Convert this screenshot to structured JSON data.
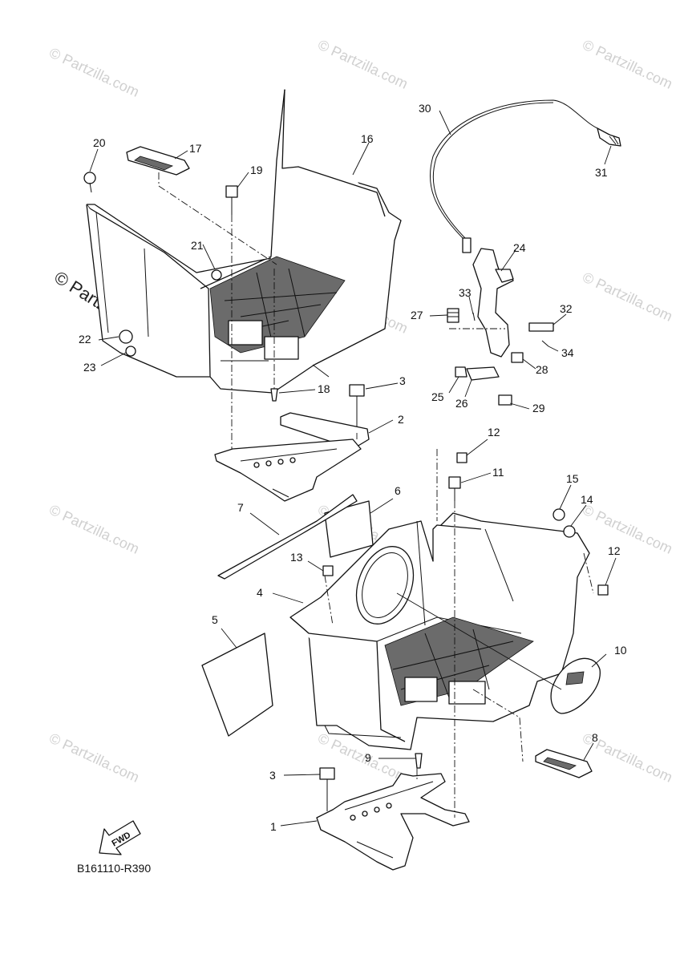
{
  "diagram": {
    "code": "B161110-R390",
    "fwd_label": "FWD",
    "watermark": "© Partzilla.com",
    "callouts": [
      "1",
      "2",
      "3",
      "3",
      "4",
      "5",
      "6",
      "7",
      "8",
      "9",
      "10",
      "11",
      "12",
      "12",
      "13",
      "14",
      "15",
      "16",
      "17",
      "18",
      "19",
      "20",
      "21",
      "22",
      "23",
      "24",
      "25",
      "26",
      "27",
      "28",
      "29",
      "30",
      "31",
      "32",
      "33",
      "34"
    ]
  }
}
